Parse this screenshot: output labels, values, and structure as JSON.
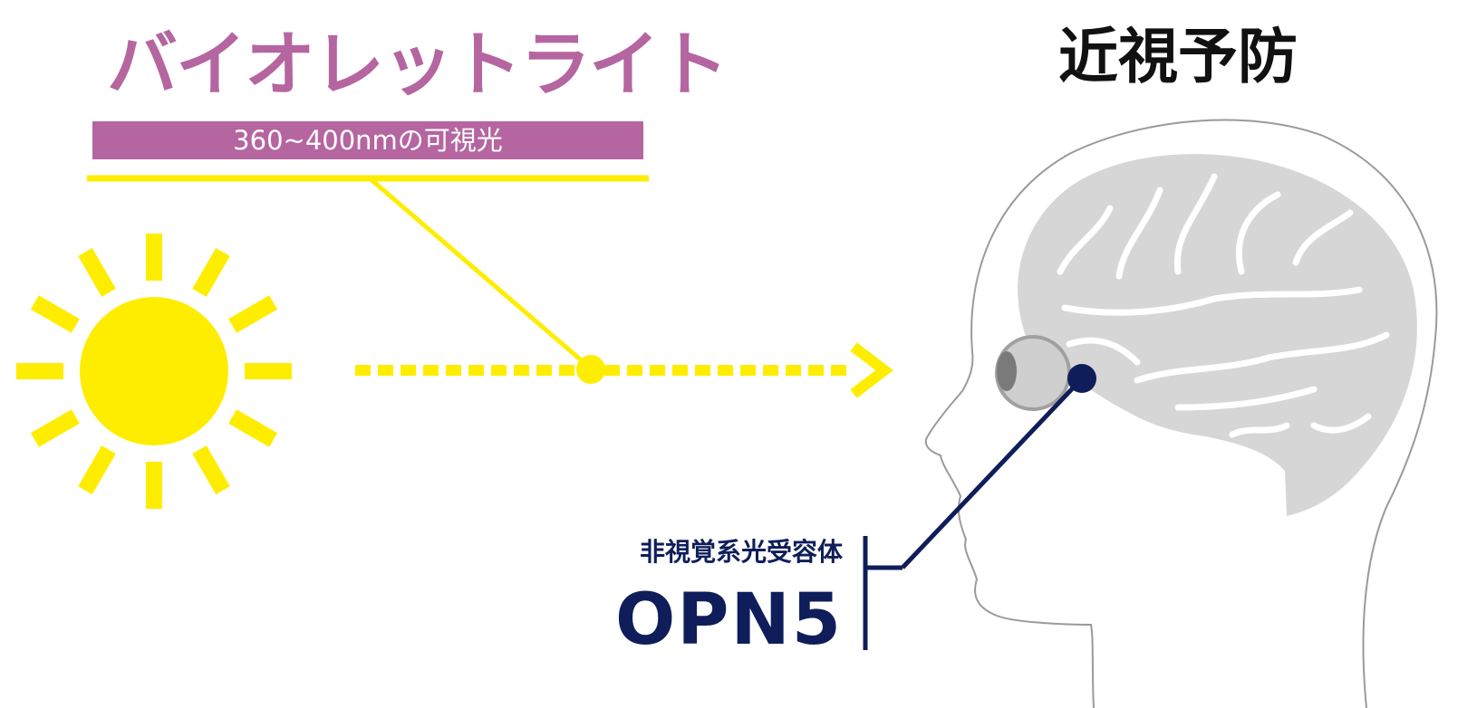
{
  "title_violet": "バイオレットライト",
  "subtitle": "360~400nmの可視光",
  "title_myopia": "近視予防",
  "receptor_label": "非視覚系光受容体",
  "receptor_name": "OPN5",
  "colors": {
    "violet": "#b565a0",
    "yellow": "#ffed00",
    "navy": "#0f1e5a",
    "brain_gray": "#d6d6d6",
    "outline_gray": "#9a9a9a"
  },
  "icons": [
    "sun-icon",
    "light-ray-arrow-icon",
    "head-outline-icon",
    "brain-icon",
    "eye-icon",
    "opn5-marker-icon"
  ]
}
